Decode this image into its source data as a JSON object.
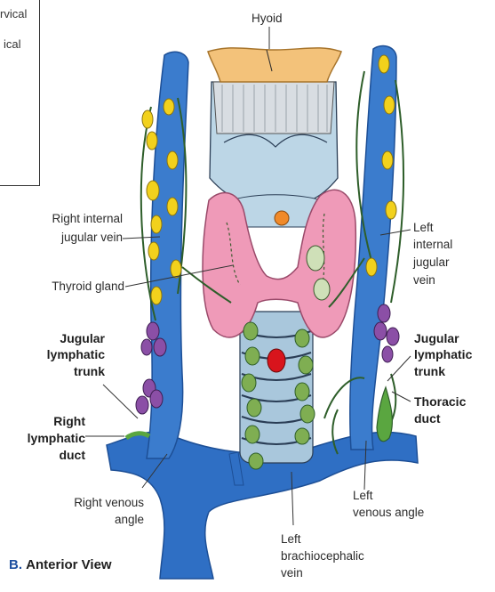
{
  "inset": {
    "line1": "rvical",
    "line2": "ical"
  },
  "labels": {
    "hyoid": "Hyoid",
    "right_internal_jugular_1": "Right internal",
    "right_internal_jugular_2": "jugular vein",
    "thyroid_gland": "Thyroid gland",
    "left_internal_jugular_1": "Left",
    "left_internal_jugular_2": "internal",
    "left_internal_jugular_3": "jugular",
    "left_internal_jugular_4": "vein",
    "right_jugular_trunk_1": "Jugular",
    "right_jugular_trunk_2": "lymphatic",
    "right_jugular_trunk_3": "trunk",
    "left_jugular_trunk_1": "Jugular",
    "left_jugular_trunk_2": "lymphatic",
    "left_jugular_trunk_3": "trunk",
    "right_lymphatic_duct_1": "Right",
    "right_lymphatic_duct_2": "lymphatic",
    "right_lymphatic_duct_3": "duct",
    "thoracic_duct_1": "Thoracic",
    "thoracic_duct_2": "duct",
    "right_venous_angle_1": "Right venous",
    "right_venous_angle_2": "angle",
    "left_venous_angle_1": "Left",
    "left_venous_angle_2": "venous angle",
    "left_brachiocephalic_1": "Left",
    "left_brachiocephalic_2": "brachiocephalic",
    "left_brachiocephalic_3": "vein"
  },
  "caption": {
    "letter": "B.",
    "text": "Anterior View"
  },
  "colors": {
    "vein": "#2f6fc4",
    "vein_dark": "#1d4f96",
    "cartilage": "#bcd6e6",
    "hyoid": "#f3c27a",
    "thyroid": "#ef9ab8",
    "node_yellow": "#f2d11c",
    "node_purple": "#8b4fa6",
    "node_green": "#7fae52",
    "node_red": "#d8141c",
    "lymph_vessel": "#2e5e2a"
  }
}
